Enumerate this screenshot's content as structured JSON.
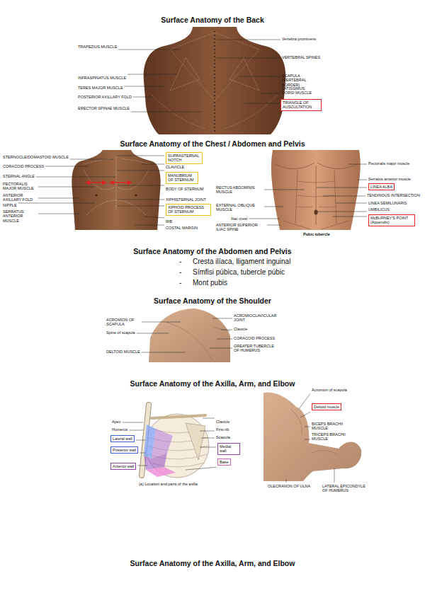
{
  "diagram": {
    "nodes": [
      {
        "text": [
          "TRIANGLE OF AUSCULTATION"
        ]
      },
      {
        "text": [
          "SUPRASTERNAL NOTCH"
        ]
      },
      {
        "text": [
          "MANUBRIUM OF STERNUM"
        ]
      },
      {
        "text": [
          "XIPHOID PROCESS OF STERNUM"
        ]
      },
      {
        "text": [
          "LINEA ALBA"
        ]
      },
      {
        "text": [
          "McBURNEY'S POINT (Appendix)"
        ]
      },
      {
        "text": [
          "Lateral wall"
        ]
      },
      {
        "text": [
          "Posterior wall"
        ]
      },
      {
        "text": [
          "Medial wall"
        ]
      },
      {
        "text": [
          "Anterior wall"
        ]
      },
      {
        "text": [
          "Base"
        ]
      },
      {
        "text": [
          "Deltoid muscle"
        ]
      }
    ],
    "labels": [
      "Surface Anatomy of the Back",
      "Vertebra prominens",
      "TRAPEZIUS MUSCLE",
      "VERTEBRAL SPINES",
      "INFRASPINATUS MUSCLE",
      "SCAPULA (VERTEBRAL BORDER)",
      "TERES MAJOR MUSCLE",
      "LATISSIMUS DORSI MUSCLE",
      "POSTERIOR AXILLARY FOLD",
      "ERECTOR SPINAE MUSCLE",
      "Surface Anatomy of the Chest / Abdomen and Pelvis",
      "STERNOCLEIDOMASTOID MUSCLE",
      "CORACOID PROCESS",
      "CLAVICLE",
      "STERNAL ANGLE",
      "PECTORALIS MAJOR MUSCLE",
      "BODY OF STERNUM",
      "ANTERIOR AXILLARY FOLD",
      "XIPHISTERNAL JOINT",
      "NIPPLE",
      "SERRATUS ANTERIOR MUSCLE",
      "RIB",
      "COSTAL MARGIN",
      "Pectoralis major muscle",
      "Serratus anterior muscle",
      "RECTUS ABDOMINIS MUSCLE",
      "TENDINOUS INTERSECTION",
      "LINEA SEMILUNARIS",
      "EXTERNAL OBLIQUE MUSCLE",
      "UMBILICUS",
      "Iliac crest",
      "ANTERIOR SUPERIOR ILIAC SPINE",
      "Pubic tubercle",
      "Surface Anatomy of the Abdomen and Pelvis",
      "-",
      "Cresta ilíaca, lligament inguinal",
      "-",
      "Símfisi púbica, tubercle púbic",
      "-",
      "Mont pubis",
      "Surface Anatomy of the Shoulder",
      "ACROMION OF SCAPULA",
      "ACROMIOCLAVICULAR JOINT",
      "Clavicle",
      "Spine of scapula",
      "CORACOID PROCESS",
      "GREATER TUBERCLE OF HUMERUS",
      "DELTOID MUSCLE",
      "Surface Anatomy of the Axilla, Arm, and Elbow",
      "Acromion of scapula",
      "Apex",
      "Clavicle",
      "Humerus",
      "First rib",
      "Scapula",
      "BICEPS BRACHII MUSCLE",
      "TRICEPS BRACHII MUSCLE",
      "(a) Location and parts of the axilla",
      "OLECRANON OF ULNA",
      "LATERAL EPICONDYLE OF HUMERUS",
      "Surface Anatomy of the Axilla, Arm, and Elbow"
    ]
  }
}
